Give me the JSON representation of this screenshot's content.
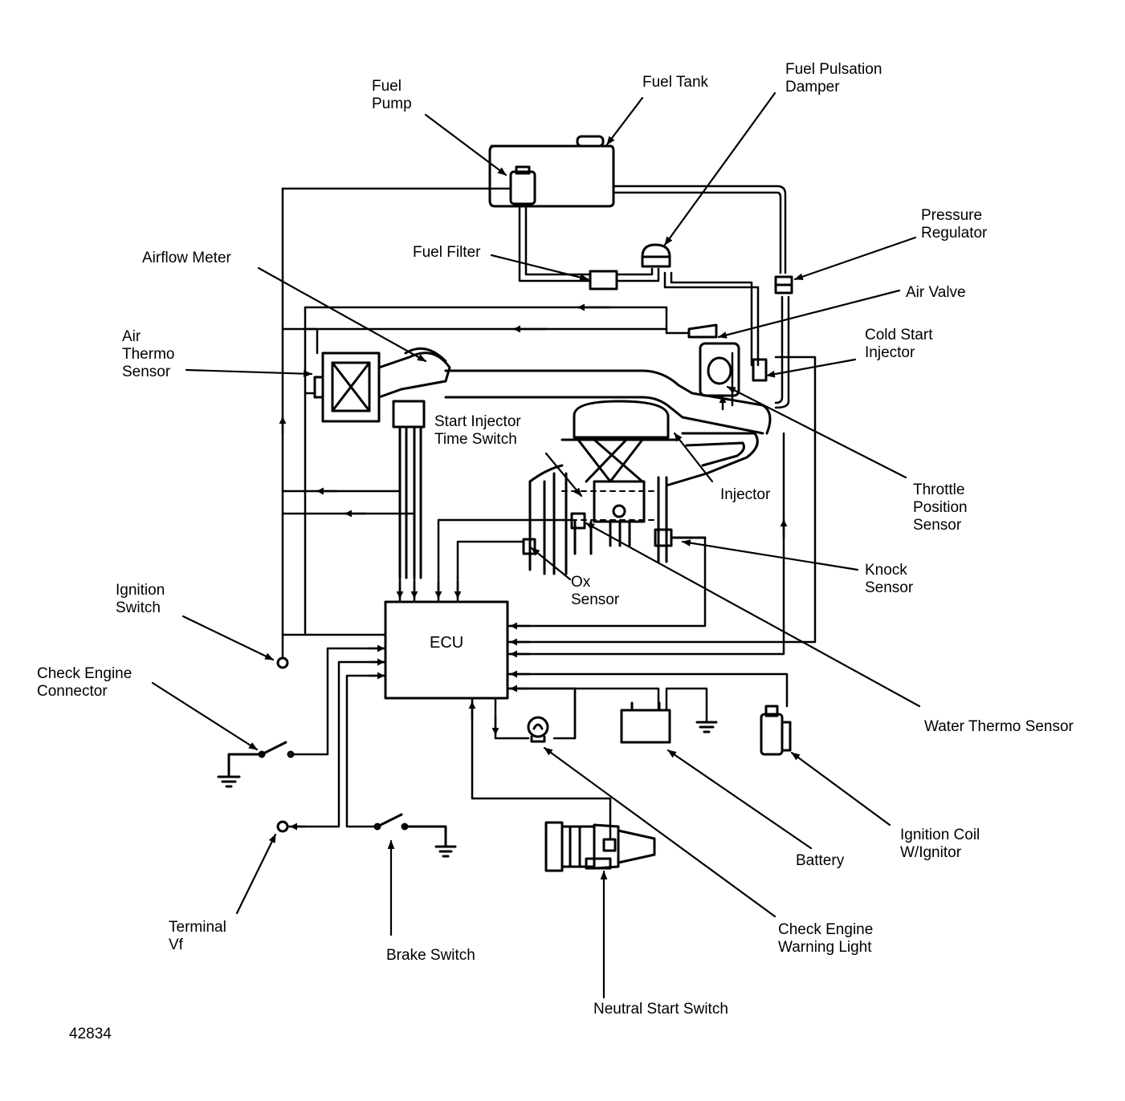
{
  "figure_number": "42834",
  "ecu_label": "ECU",
  "labels": {
    "fuel_pump": "Fuel\nPump",
    "fuel_tank": "Fuel Tank",
    "fuel_pulsation_damper": "Fuel Pulsation\nDamper",
    "pressure_regulator": "Pressure\nRegulator",
    "fuel_filter": "Fuel Filter",
    "airflow_meter": "Airflow Meter",
    "air_valve": "Air Valve",
    "cold_start_injector": "Cold Start\nInjector",
    "air_thermo_sensor": "Air\nThermo\nSensor",
    "start_injector_time_switch": "Start Injector\nTime Switch",
    "injector": "Injector",
    "throttle_position_sensor": "Throttle\nPosition\nSensor",
    "knock_sensor": "Knock\nSensor",
    "ox_sensor": "Ox\nSensor",
    "ignition_switch": "Ignition\nSwitch",
    "check_engine_connector": "Check Engine\nConnector",
    "water_thermo_sensor": "Water Thermo Sensor",
    "terminal_vf": "Terminal\nVf",
    "brake_switch": "Brake Switch",
    "battery": "Battery",
    "ignition_coil": "Ignition Coil\nW/Ignitor",
    "check_engine_warning_light": "Check Engine\nWarning Light",
    "neutral_start_switch": "Neutral Start Switch"
  }
}
